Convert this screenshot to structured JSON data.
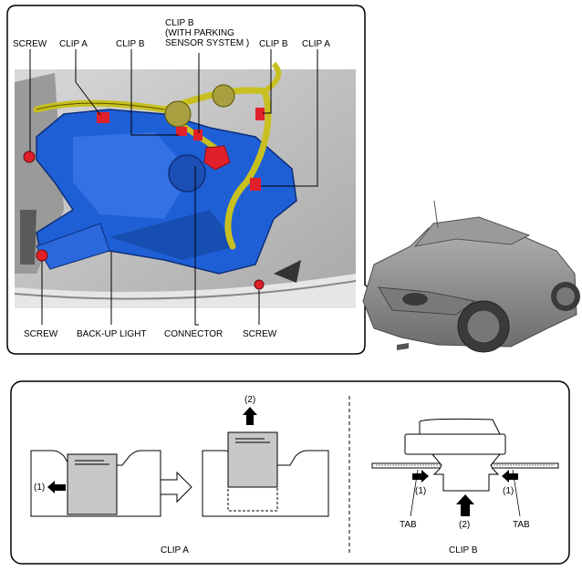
{
  "top_callouts": {
    "screw_tl": "SCREW",
    "clip_a_left": "CLIP A",
    "clip_b_left": "CLIP B",
    "clip_b_parking_l1": "CLIP B",
    "clip_b_parking_l2": "(WITH PARKING",
    "clip_b_parking_l3": "SENSOR SYSTEM )",
    "clip_b_right": "CLIP B",
    "clip_a_right": "CLIP A",
    "screw_bl": "SCREW",
    "backup_light": "BACK-UP LIGHT",
    "connector": "CONNECTOR",
    "screw_br": "SCREW"
  },
  "clip_a": {
    "caption": "CLIP A",
    "step1": "(1)",
    "step2": "(2)"
  },
  "clip_b": {
    "caption": "CLIP B",
    "step1_left": "(1)",
    "step1_right": "(1)",
    "step2": "(2)",
    "tab_left": "TAB",
    "tab_right": "TAB"
  },
  "colors": {
    "lamp_blue": "#1f5fd6",
    "clip_red": "#e0202a",
    "harness_yellow": "#c8c020",
    "car_gray": "#8a8a8a",
    "clip_fill": "#c8c8c8"
  }
}
